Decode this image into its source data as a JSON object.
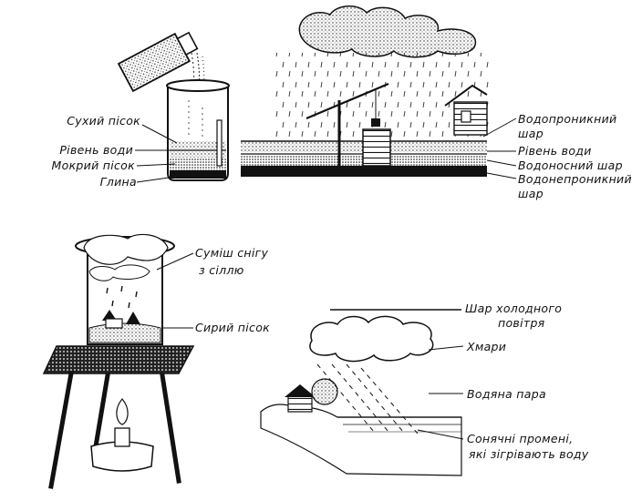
{
  "panel_groundwater_jar": {
    "labels": {
      "dry_sand": "Сухий пісок",
      "water_level": "Рівень води",
      "wet_sand": "Мокрий пісок",
      "clay": "Глина"
    }
  },
  "panel_well": {
    "labels": {
      "permeable_line1": "Водопроникний",
      "permeable_line2": "шар",
      "water_level": "Рівень води",
      "aquifer": "Водоносний шар",
      "impermeable_line1": "Водонепроникний",
      "impermeable_line2": "шар"
    }
  },
  "panel_snow_experiment": {
    "labels": {
      "snow_salt_line1": "Суміш снігу",
      "snow_salt_line2": "з сіллю",
      "wet_sand": "Сирий пісок"
    }
  },
  "panel_water_cycle": {
    "labels": {
      "cold_air_line1": "Шар холодного",
      "cold_air_line2": "повітря",
      "clouds": "Хмари",
      "water_vapor": "Водяна пара",
      "sun_rays_line1": "Сонячні промені,",
      "sun_rays_line2": "які зігрівають воду"
    }
  }
}
